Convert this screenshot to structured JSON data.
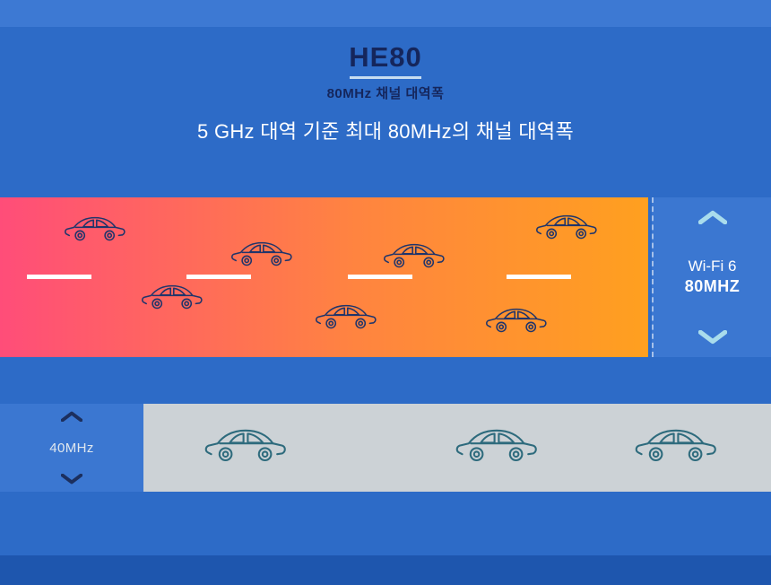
{
  "header": {
    "title": "HE80",
    "subtitle": "80MHz  채널 대역폭",
    "heading": "5 GHz 대역 기준 최대 80MHz의 채널 대역폭"
  },
  "wifi6_panel": {
    "line1": "Wi-Fi 6",
    "line2": "80MHZ"
  },
  "wifi5_panel": {
    "label": "40MHz"
  },
  "colors": {
    "background": "#2d6bc7",
    "top_strip": "#3d79d3",
    "bottom_strip": "#1e56ae",
    "panel_blue": "#3b77d1",
    "road80_gradient_start": "#ff4d79",
    "road80_gradient_mid": "#ff8440",
    "road80_gradient_end": "#ffa01f",
    "road40_gray": "#ccd2d6",
    "title_navy": "#15265c",
    "chevron_light": "#a9dcec",
    "chevron_navy": "#1c2f5e",
    "car_outline_navy": "#20356b",
    "car_outline_teal": "#2e6b7d"
  }
}
